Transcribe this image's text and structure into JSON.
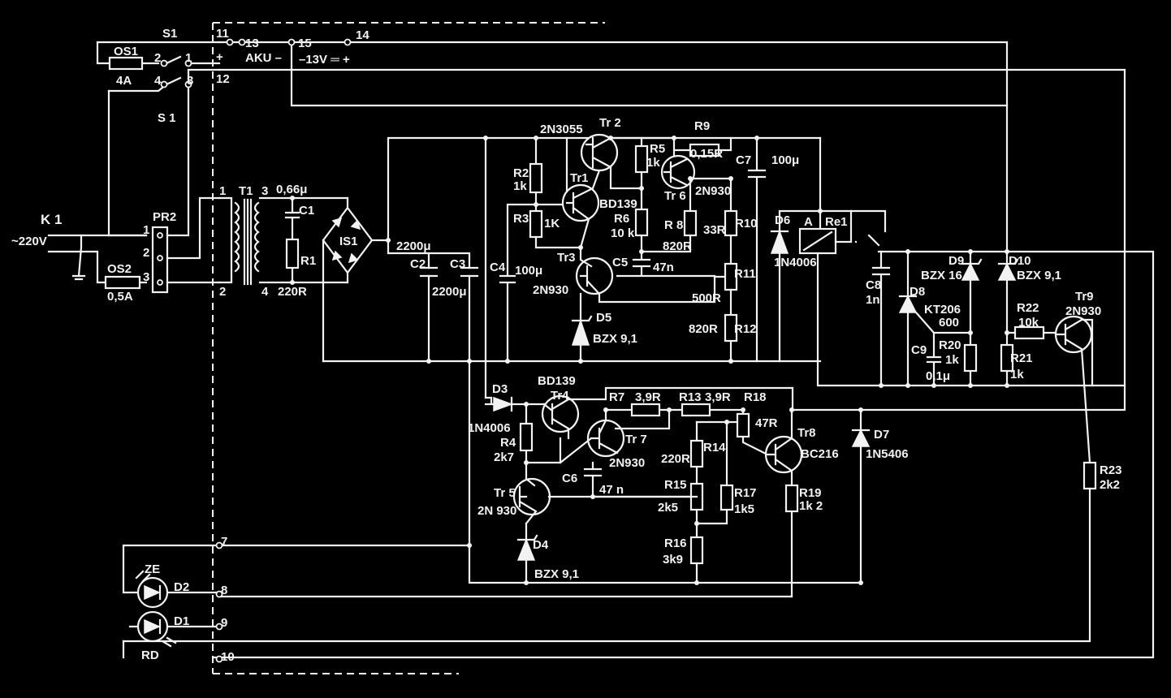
{
  "switch": {
    "s1_top": "S1",
    "s1_mid": "S 1",
    "c1": "1",
    "c2": "2",
    "c3": "3",
    "c4": "4",
    "os1": "OS1",
    "os1_val": "4A"
  },
  "terminals": {
    "t11": "11",
    "t13": "13",
    "t15": "15",
    "t14": "14",
    "t12": "12",
    "t7": "7",
    "t8": "8",
    "t9": "9",
    "t10": "10",
    "plus_left": "+",
    "aku": "AKU –",
    "v13": "–13V ═ +"
  },
  "input": {
    "k1": "K 1",
    "mains": "~220V",
    "os2": "OS2",
    "os2_val": "0,5A",
    "pr2": "PR2",
    "p1": "1",
    "p2": "2",
    "p3": "3"
  },
  "transformer": {
    "t1": "T1",
    "n1": "1",
    "n2": "2",
    "n3": "3",
    "n4": "4",
    "c1": "C1",
    "c1_val": "0,66μ",
    "r1": "R1",
    "r1_val": "220R"
  },
  "rectifier": {
    "is1": "IS1",
    "c2": "C2",
    "c2_val": "2200μ",
    "c3": "C3",
    "c3_val": "2200μ"
  },
  "upper": {
    "tr2_type": "2N3055",
    "tr2": "Tr 2",
    "r2": "R2",
    "r2_val": "1k",
    "r3": "R3",
    "r3_val": "1K",
    "tr1": "Tr1",
    "tr1_type": "BD139",
    "r5": "R5",
    "r5_val": "1k",
    "r6": "R6",
    "r6_val": "10 k",
    "r9": "R9",
    "r9_val": "0,15R",
    "tr6": "Tr 6",
    "tr6_type": "2N930",
    "r8": "R 8",
    "r8_val": "820R",
    "c7": "C7",
    "c7_val": "100μ",
    "r10": "R10",
    "r10_val": "33R",
    "c4": "C4",
    "c4_val": "100μ",
    "tr3": "Tr3",
    "tr3_type": "2N930",
    "c5": "C5",
    "c5_val": "47n",
    "r11": "R11",
    "r11_val": "500R",
    "r12": "R12",
    "r12_val": "820R",
    "d5": "D5",
    "d5_type": "BZX 9,1"
  },
  "relay": {
    "d6": "D6",
    "d6_type": "1N4006",
    "a": "A",
    "re1": "Re1",
    "c8": "C8",
    "c8_val": "1n",
    "d9": "D9",
    "d9_type": "BZX 16",
    "d10": "D10",
    "d10_type": "BZX 9,1",
    "d8": "D8",
    "d8_type": "KT206",
    "d8_val": "600",
    "c9": "C9",
    "c9_val": "0,1μ",
    "r20": "R20",
    "r20_val": "1k",
    "r21": "R21",
    "r21_val": "1k",
    "r22": "R22",
    "r22_val": "10k",
    "tr9": "Tr9",
    "tr9_type": "2N930",
    "r23": "R23",
    "r23_val": "2k2"
  },
  "lower": {
    "d3": "D3",
    "d3_type": "1N4006",
    "tr4_type": "BD139",
    "tr4": "Tr4",
    "r4": "R4",
    "r4_val": "2k7",
    "r7": "R7",
    "r7_val": "3,9R",
    "r13": "R13",
    "r13_val": "3,9R",
    "r18": "R18",
    "r18_val": "47R",
    "tr7": "Tr 7",
    "tr7_type": "2N930",
    "tr8": "Tr8",
    "tr8_type": "BC216",
    "r14": "R14",
    "r14_val": "220R",
    "c6": "C6",
    "c6_val": "47 n",
    "r15": "R15",
    "r15_val": "2k5",
    "r17": "R17",
    "r17_val": "1k5",
    "r19": "R19",
    "r19_val": "1k 2",
    "tr5": "Tr 5",
    "tr5_type": "2N 930",
    "r16": "R16",
    "r16_val": "3k9",
    "d4": "D4",
    "d4_type": "BZX 9,1",
    "d7": "D7",
    "d7_type": "1N5406"
  },
  "leds": {
    "ze": "ZE",
    "d2": "D2",
    "d1": "D1",
    "rd": "RD"
  }
}
